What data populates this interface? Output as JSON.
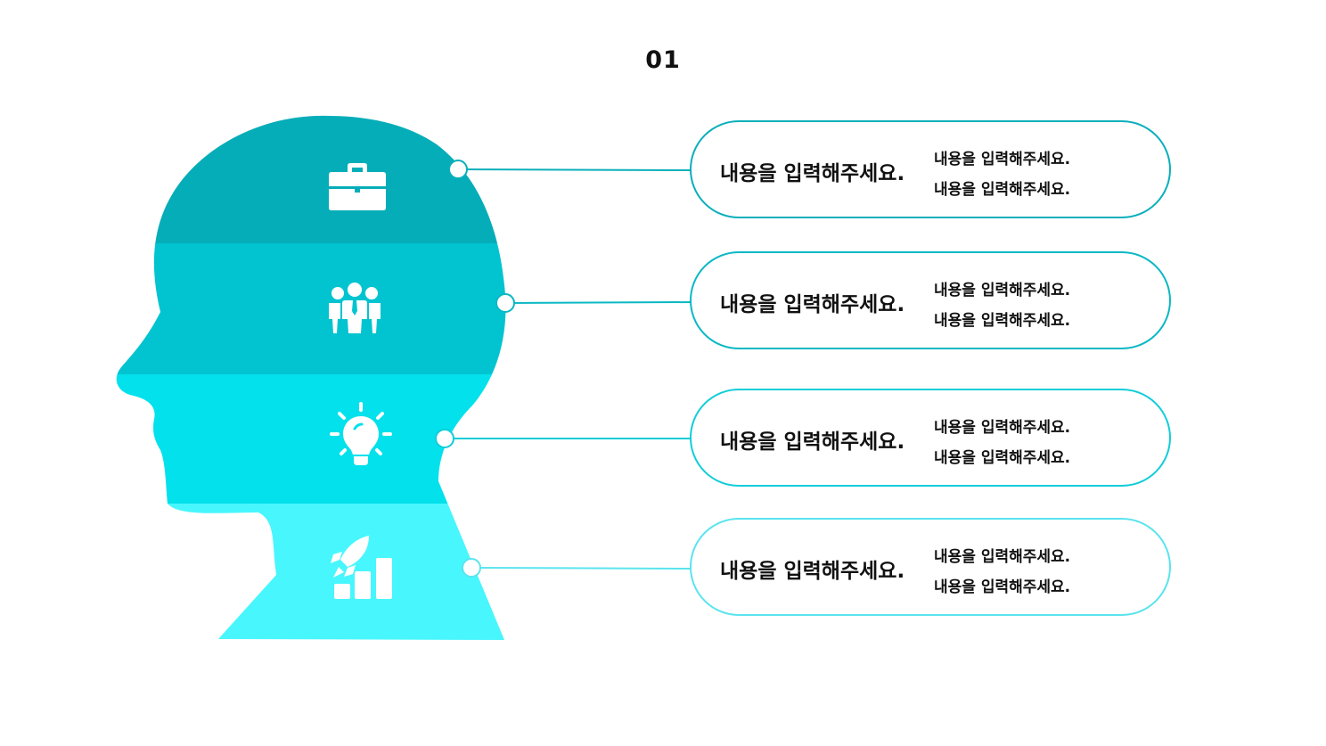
{
  "title": "01",
  "colors": {
    "band_1": "#05adb8",
    "band_2": "#01c4d0",
    "band_3": "#02e1ec",
    "band_4": "#48f6fd",
    "box_border_1": "#0aafbb",
    "box_border_2": "#0ab8c4",
    "box_border_3": "#12cdd9",
    "box_border_4": "#5ae4ee"
  },
  "items": [
    {
      "icon": "briefcase-icon",
      "title": "내용을 입력해주세요.",
      "line1": "내용을 입력해주세요.",
      "line2": "내용을 입력해주세요."
    },
    {
      "icon": "team-icon",
      "title": "내용을 입력해주세요.",
      "line1": "내용을 입력해주세요.",
      "line2": "내용을 입력해주세요."
    },
    {
      "icon": "lightbulb-icon",
      "title": "내용을 입력해주세요.",
      "line1": "내용을 입력해주세요.",
      "line2": "내용을 입력해주세요."
    },
    {
      "icon": "rocket-growth-icon",
      "title": "내용을 입력해주세요.",
      "line1": "내용을 입력해주세요.",
      "line2": "내용을 입력해주세요."
    }
  ]
}
